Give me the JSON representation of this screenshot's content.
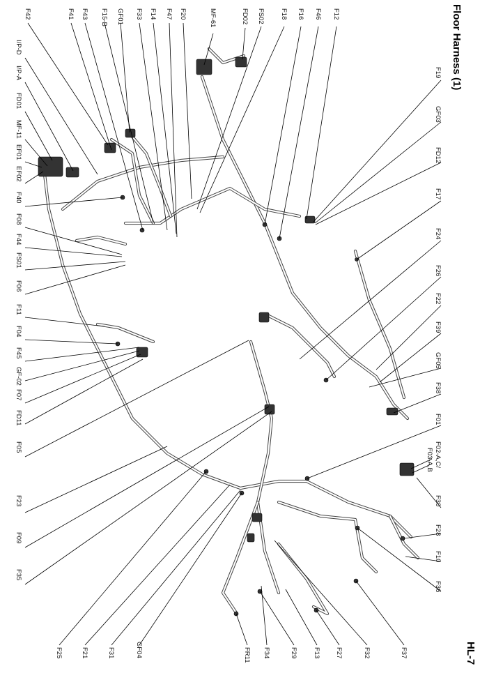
{
  "header": {
    "title": "Floor Harness (1)",
    "page": "HL-7"
  },
  "labels": [
    {
      "id": "F42",
      "text": "F42"
    },
    {
      "id": "F41",
      "text": "F41"
    },
    {
      "id": "F43",
      "text": "F43"
    },
    {
      "id": "F15B",
      "text": "F15-B"
    },
    {
      "id": "GF01",
      "text": "GF01"
    },
    {
      "id": "F33",
      "text": "F33"
    },
    {
      "id": "F14",
      "text": "F14"
    },
    {
      "id": "F47",
      "text": "F47"
    },
    {
      "id": "F20",
      "text": "F20"
    },
    {
      "id": "MF61",
      "text": "MF-61"
    },
    {
      "id": "FD02",
      "text": "FD02"
    },
    {
      "id": "FS02",
      "text": "FS02"
    },
    {
      "id": "F18",
      "text": "F18"
    },
    {
      "id": "F16",
      "text": "F16"
    },
    {
      "id": "F46",
      "text": "F46"
    },
    {
      "id": "F12",
      "text": "F12"
    },
    {
      "id": "IPD",
      "text": "I/P-D"
    },
    {
      "id": "IPA",
      "text": "I/P-A"
    },
    {
      "id": "FD01",
      "text": "FD01"
    },
    {
      "id": "MF11",
      "text": "MF-11"
    },
    {
      "id": "EF01",
      "text": "EF01"
    },
    {
      "id": "EF02",
      "text": "EF02"
    },
    {
      "id": "F40",
      "text": "F40"
    },
    {
      "id": "F08",
      "text": "F08"
    },
    {
      "id": "F44",
      "text": "F44"
    },
    {
      "id": "FS01",
      "text": "FS01"
    },
    {
      "id": "F06",
      "text": "F06"
    },
    {
      "id": "F11",
      "text": "F11"
    },
    {
      "id": "F04",
      "text": "F04"
    },
    {
      "id": "F45",
      "text": "F45"
    },
    {
      "id": "GF02",
      "text": "GF-02"
    },
    {
      "id": "F07",
      "text": "F07"
    },
    {
      "id": "FD11",
      "text": "FD11"
    },
    {
      "id": "F05",
      "text": "F05"
    },
    {
      "id": "F23",
      "text": "F23"
    },
    {
      "id": "F09",
      "text": "F09"
    },
    {
      "id": "F35",
      "text": "F35"
    },
    {
      "id": "F19",
      "text": "F19"
    },
    {
      "id": "GF03",
      "text": "GF03"
    },
    {
      "id": "FD12",
      "text": "FD12"
    },
    {
      "id": "F17",
      "text": "F17"
    },
    {
      "id": "F24",
      "text": "F24"
    },
    {
      "id": "F26",
      "text": "F26"
    },
    {
      "id": "F22",
      "text": "F22"
    },
    {
      "id": "F39",
      "text": "F39"
    },
    {
      "id": "GF05",
      "text": "GF05"
    },
    {
      "id": "F38",
      "text": "F38"
    },
    {
      "id": "F01",
      "text": "F01"
    },
    {
      "id": "F02AC",
      "text": "F02-A,C/"
    },
    {
      "id": "F03AB",
      "text": "F03-A,B"
    },
    {
      "id": "F30",
      "text": "F30"
    },
    {
      "id": "F28",
      "text": "F28"
    },
    {
      "id": "F10",
      "text": "F10"
    },
    {
      "id": "F36",
      "text": "F36"
    },
    {
      "id": "F37",
      "text": "F37"
    },
    {
      "id": "F32",
      "text": "F32"
    },
    {
      "id": "F27",
      "text": "F27"
    },
    {
      "id": "F13",
      "text": "F13"
    },
    {
      "id": "F29",
      "text": "F29"
    },
    {
      "id": "F34",
      "text": "F34"
    },
    {
      "id": "FR11",
      "text": "FR11"
    },
    {
      "id": "GF04",
      "text": "GF04"
    },
    {
      "id": "F31",
      "text": "F31"
    },
    {
      "id": "F21",
      "text": "F21"
    },
    {
      "id": "F25",
      "text": "F25"
    }
  ]
}
